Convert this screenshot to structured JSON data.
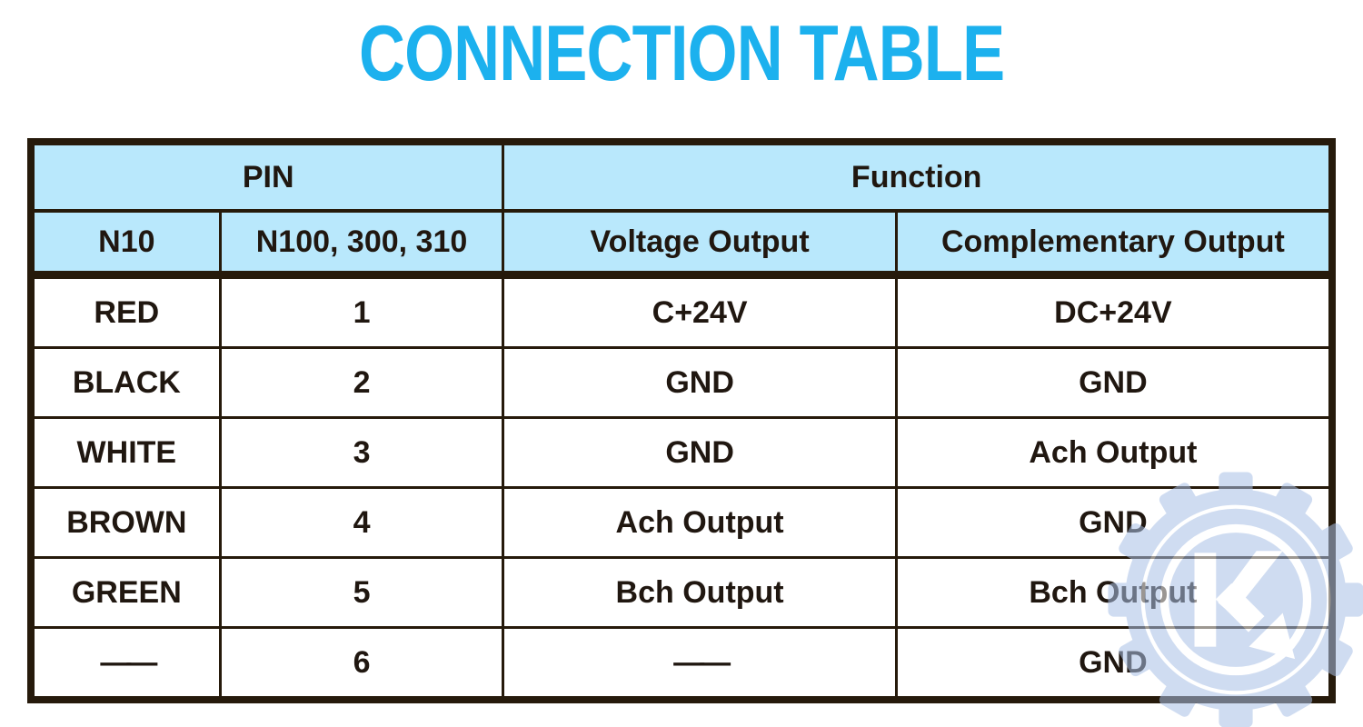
{
  "page": {
    "title": "CONNECTION TABLE"
  },
  "colors": {
    "accent_cyan": "#1cb1ee",
    "header_bg": "#b9e8fc",
    "border_dark": "#261a0b",
    "body_text": "#201710",
    "watermark_blue": "#a9c0e6"
  },
  "table": {
    "header": {
      "group_pin": "PIN",
      "group_function": "Function",
      "col_n10": "N10",
      "col_n100": "N100, 300, 310",
      "col_voltage": "Voltage Output",
      "col_complementary": "Complementary Output"
    },
    "rows": [
      {
        "pin_n10": "RED",
        "pin_n100": "1",
        "voltage": "C+24V",
        "complementary": "DC+24V"
      },
      {
        "pin_n10": "BLACK",
        "pin_n100": "2",
        "voltage": "GND",
        "complementary": "GND"
      },
      {
        "pin_n10": "WHITE",
        "pin_n100": "3",
        "voltage": "GND",
        "complementary": "Ach Output"
      },
      {
        "pin_n10": "BROWN",
        "pin_n100": "4",
        "voltage": "Ach Output",
        "complementary": "GND"
      },
      {
        "pin_n10": "GREEN",
        "pin_n100": "5",
        "voltage": "Bch Output",
        "complementary": "Bch Output"
      },
      {
        "pin_n10": "——",
        "pin_n100": "6",
        "voltage": "——",
        "complementary": "GND"
      }
    ]
  },
  "watermark": {
    "icon": "gear-k-logo"
  }
}
